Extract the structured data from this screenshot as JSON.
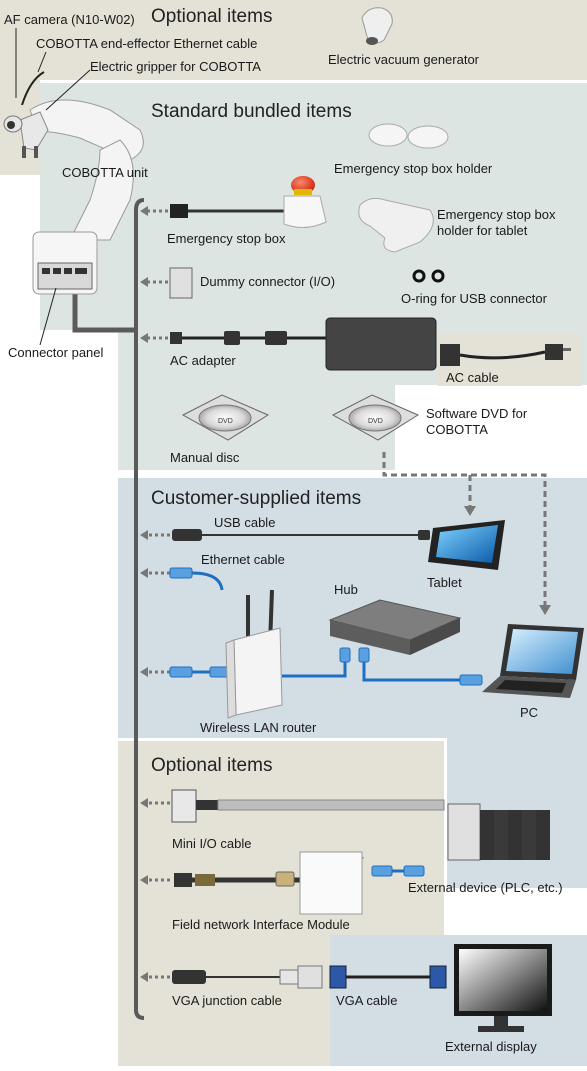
{
  "sections": {
    "optional_top": "Optional items",
    "standard": "Standard bundled items",
    "customer": "Customer-supplied items",
    "optional_bottom": "Optional items"
  },
  "labels": {
    "af_camera": "AF camera (N10-W02)",
    "ee_ethernet_cable": "COBOTTA end-effector Ethernet cable",
    "electric_gripper": "Electric gripper for COBOTTA",
    "vacuum_generator": "Electric vacuum generator",
    "cobotta_unit": "COBOTTA unit",
    "connector_panel": "Connector panel",
    "estop_box": "Emergency stop box",
    "estop_holder": "Emergency stop box holder",
    "estop_holder_tablet": "Emergency stop box holder for tablet",
    "dummy_connector": "Dummy connector (I/O)",
    "oring": "O-ring for USB connector",
    "ac_adapter": "AC adapter",
    "ac_cable": "AC cable",
    "manual_disc": "Manual disc",
    "software_dvd": "Software DVD for COBOTTA",
    "usb_cable": "USB cable",
    "ethernet_cable": "Ethernet cable",
    "tablet": "Tablet",
    "hub": "Hub",
    "wireless_router": "Wireless LAN router",
    "pc": "PC",
    "mini_io_cable": "Mini I/O cable",
    "external_device": "External device (PLC, etc.)",
    "field_network": "Field network Interface Module",
    "vga_junction": "VGA junction cable",
    "vga_cable": "VGA cable",
    "external_display": "External display"
  },
  "disc_text": "DVD",
  "colors": {
    "optional_bg": "#e4e2d6",
    "standard_bg": "#dde5e2",
    "customer_bg": "#d3dde4",
    "display_bg": "#d3dde4",
    "cable_blue": "#1f6fc0",
    "bus_gray": "#5a5a5a",
    "dashed_gray": "#777777"
  }
}
